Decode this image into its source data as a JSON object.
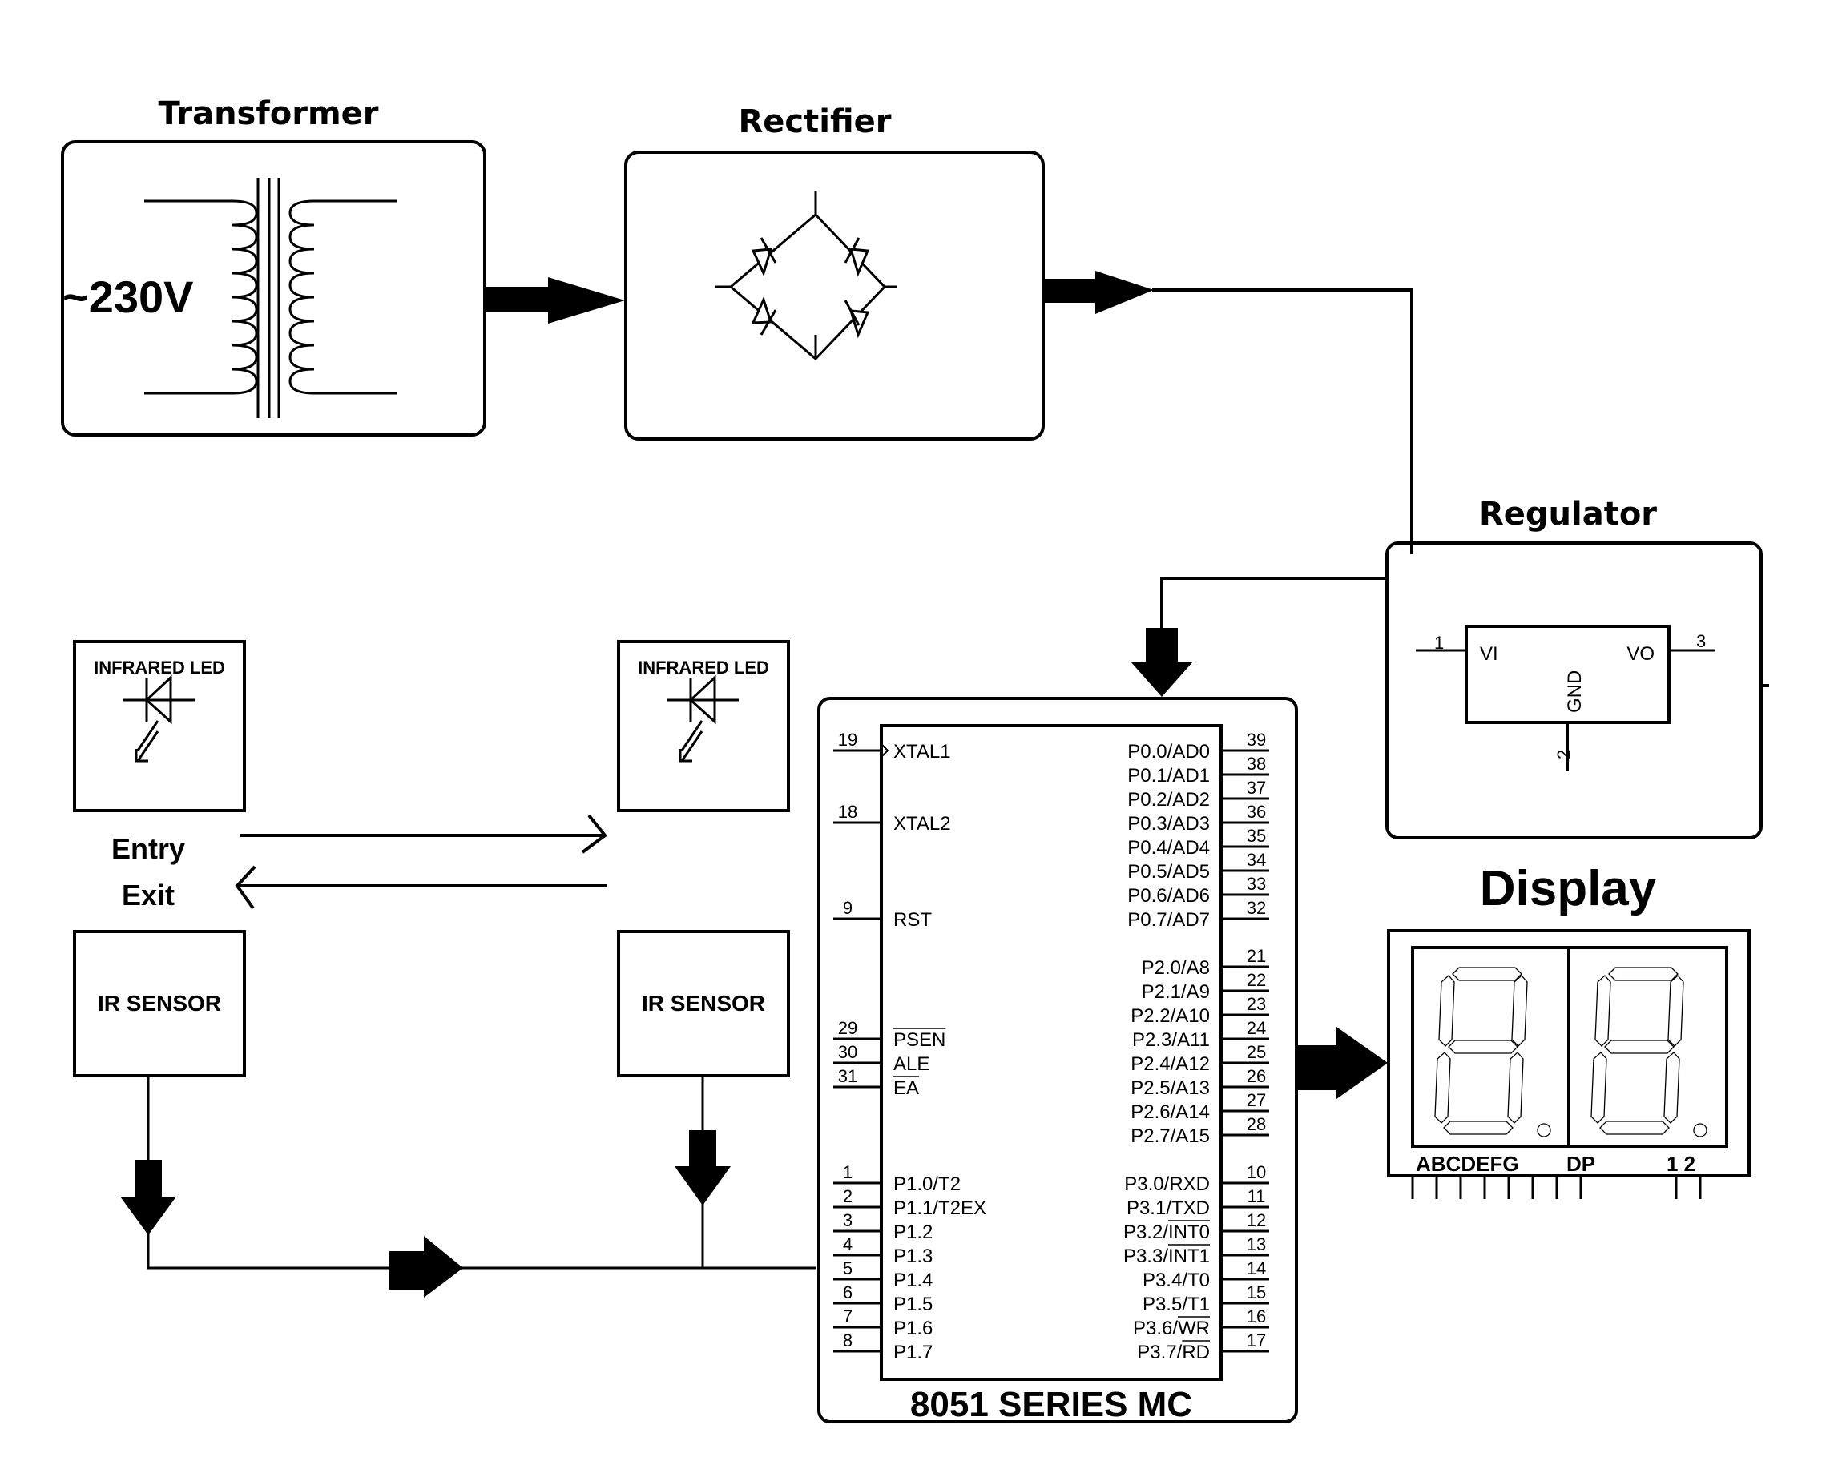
{
  "diagram": {
    "blocks": {
      "transformer": {
        "title": "Transformer",
        "input_label": "~230V"
      },
      "rectifier": {
        "title": "Rectifier"
      },
      "regulator": {
        "title": "Regulator",
        "pins": {
          "in_label": "VI",
          "out_label": "VO",
          "gnd_label": "GND",
          "in_num": "1",
          "gnd_num": "2",
          "out_num": "3"
        }
      },
      "display": {
        "title": "Display",
        "segment_labels": "ABCDEFG",
        "dp_label": "DP",
        "digit_labels": "1 2"
      },
      "mcu": {
        "title": "8051 SERIES MC",
        "left_pins": [
          {
            "num": "19",
            "name": "XTAL1",
            "overline": false
          },
          {
            "num": "18",
            "name": "XTAL2",
            "overline": false
          },
          {
            "num": "9",
            "name": "RST",
            "overline": false
          },
          {
            "num": "29",
            "name": "PSEN",
            "overline": true
          },
          {
            "num": "30",
            "name": "ALE",
            "overline": false
          },
          {
            "num": "31",
            "name": "EA",
            "overline": true
          },
          {
            "num": "1",
            "name": "P1.0/T2",
            "overline": false
          },
          {
            "num": "2",
            "name": "P1.1/T2EX",
            "overline": false
          },
          {
            "num": "3",
            "name": "P1.2",
            "overline": false
          },
          {
            "num": "4",
            "name": "P1.3",
            "overline": false
          },
          {
            "num": "5",
            "name": "P1.4",
            "overline": false
          },
          {
            "num": "6",
            "name": "P1.5",
            "overline": false
          },
          {
            "num": "7",
            "name": "P1.6",
            "overline": false
          },
          {
            "num": "8",
            "name": "P1.7",
            "overline": false
          }
        ],
        "right_pins": [
          {
            "num": "39",
            "prefix": "P0.0/",
            "suffix": "AD0",
            "overline": false
          },
          {
            "num": "38",
            "prefix": "P0.1/",
            "suffix": "AD1",
            "overline": false
          },
          {
            "num": "37",
            "prefix": "P0.2/",
            "suffix": "AD2",
            "overline": false
          },
          {
            "num": "36",
            "prefix": "P0.3/",
            "suffix": "AD3",
            "overline": false
          },
          {
            "num": "35",
            "prefix": "P0.4/",
            "suffix": "AD4",
            "overline": false
          },
          {
            "num": "34",
            "prefix": "P0.5/",
            "suffix": "AD5",
            "overline": false
          },
          {
            "num": "33",
            "prefix": "P0.6/",
            "suffix": "AD6",
            "overline": false
          },
          {
            "num": "32",
            "prefix": "P0.7/",
            "suffix": "AD7",
            "overline": false
          },
          {
            "num": "21",
            "prefix": "P2.0/",
            "suffix": "A8",
            "overline": false
          },
          {
            "num": "22",
            "prefix": "P2.1/",
            "suffix": "A9",
            "overline": false
          },
          {
            "num": "23",
            "prefix": "P2.2/",
            "suffix": "A10",
            "overline": false
          },
          {
            "num": "24",
            "prefix": "P2.3/",
            "suffix": "A11",
            "overline": false
          },
          {
            "num": "25",
            "prefix": "P2.4/",
            "suffix": "A12",
            "overline": false
          },
          {
            "num": "26",
            "prefix": "P2.5/",
            "suffix": "A13",
            "overline": false
          },
          {
            "num": "27",
            "prefix": "P2.6/",
            "suffix": "A14",
            "overline": false
          },
          {
            "num": "28",
            "prefix": "P2.7/",
            "suffix": "A15",
            "overline": false
          },
          {
            "num": "10",
            "prefix": "P3.0/",
            "suffix": "RXD",
            "overline": false
          },
          {
            "num": "11",
            "prefix": "P3.1/",
            "suffix": "TXD",
            "overline": false
          },
          {
            "num": "12",
            "prefix": "P3.2/",
            "suffix": "INT0",
            "overline": true
          },
          {
            "num": "13",
            "prefix": "P3.3/",
            "suffix": "INT1",
            "overline": true
          },
          {
            "num": "14",
            "prefix": "P3.4/",
            "suffix": "T0",
            "overline": false
          },
          {
            "num": "15",
            "prefix": "P3.5/",
            "suffix": "T1",
            "overline": false
          },
          {
            "num": "16",
            "prefix": "P3.6/",
            "suffix": "WR",
            "overline": true
          },
          {
            "num": "17",
            "prefix": "P3.7/",
            "suffix": "RD",
            "overline": true
          }
        ]
      },
      "ir_led_left": {
        "label": "INFRARED LED"
      },
      "ir_led_right": {
        "label": "INFRARED LED"
      },
      "ir_sensor_left": {
        "label": "IR SENSOR"
      },
      "ir_sensor_right": {
        "label": "IR SENSOR"
      }
    },
    "labels": {
      "entry": "Entry",
      "exit": "Exit"
    }
  }
}
